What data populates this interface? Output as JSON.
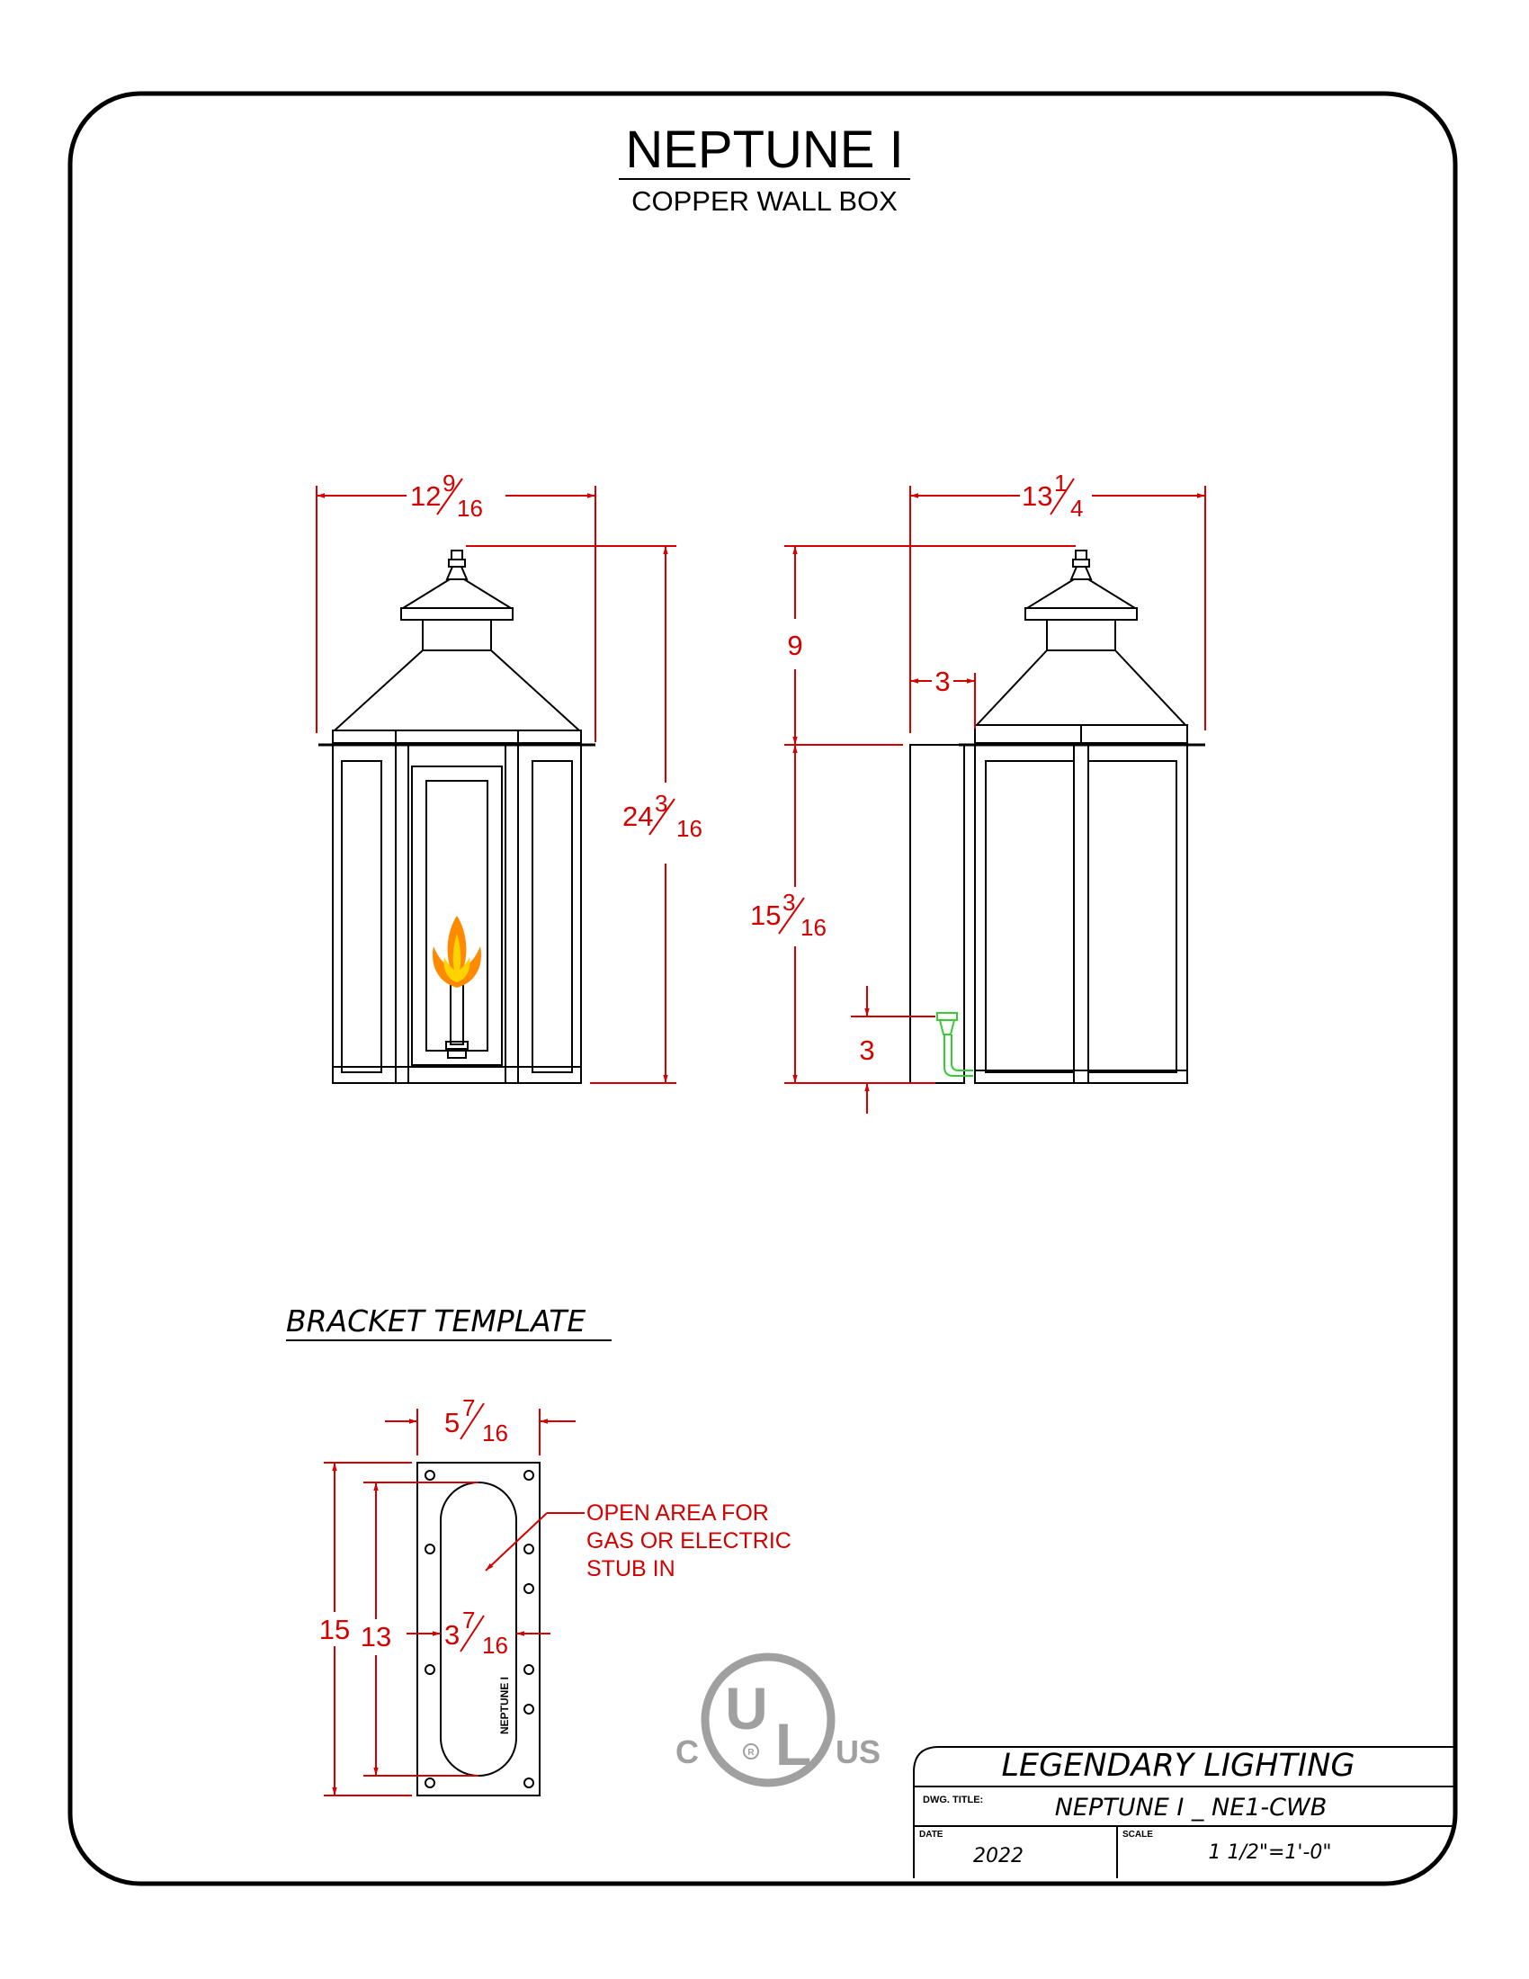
{
  "title": "NEPTUNE I",
  "subtitle": "COPPER WALL BOX",
  "front_view": {
    "width_whole": "12",
    "width_num": "9",
    "width_den": "16",
    "height_whole": "24",
    "height_num": "3",
    "height_den": "16"
  },
  "side_view": {
    "width_whole": "13",
    "width_num": "1",
    "width_den": "4",
    "top_height": "9",
    "offset": "3",
    "body_whole": "15",
    "body_num": "3",
    "body_den": "16",
    "stub_height": "3"
  },
  "bracket": {
    "heading": "BRACKET TEMPLATE",
    "width_whole": "5",
    "width_num": "7",
    "width_den": "16",
    "height_outer": "15",
    "height_inner": "13",
    "opening_whole": "3",
    "opening_num": "7",
    "opening_den": "16",
    "note_line1": "OPEN AREA FOR",
    "note_line2": "GAS OR ELECTRIC",
    "note_line3": "STUB IN",
    "stamp": "NEPTUNE I"
  },
  "ul_mark": {
    "c": "C",
    "u": "U",
    "l": "L",
    "r": "R",
    "us": "US"
  },
  "title_block": {
    "company": "LEGENDARY LIGHTING",
    "dwg_title_label": "DWG. TITLE:",
    "dwg_title": "NEPTUNE I _ NE1-CWB",
    "date_label": "DATE",
    "date": "2022",
    "scale_label": "SCALE",
    "scale": "1 1/2\"=1'-0\""
  },
  "colors": {
    "dimension": "#d40000",
    "line": "#000000",
    "ul": "#a0a0a0",
    "flame_outer": "#ff8a00",
    "flame_inner": "#ffd200",
    "stub": "#33cc33"
  }
}
